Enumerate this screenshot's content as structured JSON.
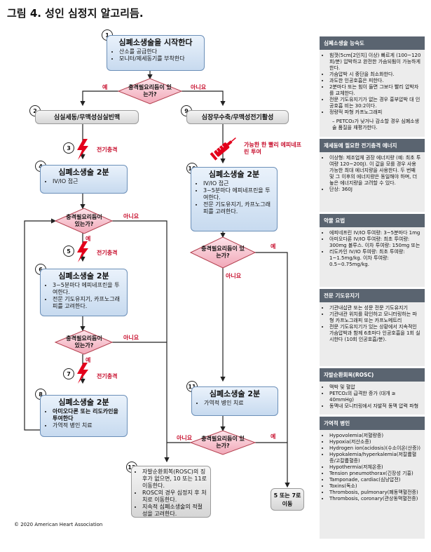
{
  "title": "그림 4. 성인 심정지 알고리듬.",
  "copyright": "© 2020 American Heart Association",
  "flow": {
    "n1": "1",
    "n2": "2",
    "n3": "3",
    "n4": "4",
    "n5": "5",
    "n6": "6",
    "n7": "7",
    "n8": "8",
    "n9": "9",
    "n10": "10",
    "n11": "11",
    "n12": "12",
    "box1": {
      "title": "심폐소생술을 시작한다",
      "items": [
        "산소를 공급한다",
        "모니터/제세동기를 부착한다"
      ]
    },
    "d1": "충격필요리듬이 있는가?",
    "yes": "예",
    "no": "아니요",
    "box2": "심실세동/무맥성심실빈맥",
    "box9": "심장무수축/무맥성전기활성",
    "shock": "전기충격",
    "epi_label": "가능한 한 빨리 에피네프린 투여",
    "box4": {
      "title": "심폐소생술 2분",
      "items": [
        "IV/IO 접근"
      ]
    },
    "box6": {
      "title": "심폐소생술 2분",
      "items": [
        "3~5분마다 에피네프린을 투여한다.",
        "전문 기도유지기, 카프노그래피를 고려한다."
      ]
    },
    "box8": {
      "title": "심폐소생술 2분",
      "items": [
        "아미오다론 또는 리도카인을 투여한다",
        "가역적 병인 치료"
      ]
    },
    "box10": {
      "title": "심폐소생술 2분",
      "items": [
        "IV/IO 접근",
        "3~5분마다 에피네프린을 투여한다.",
        "전문 기도유지기, 카프노그래피를 고려한다."
      ]
    },
    "box11": {
      "title": "심폐소생술 2분",
      "items": [
        "가역적 병인 치료"
      ]
    },
    "box12": [
      "자발순환회복(ROSC)의 징후가 없으면, 10 또는 11로 이동한다.",
      "ROSC의 경우 심정지 후 처치로 이동한다.",
      "지속적 심폐소생술의 적절성을 고려한다."
    ],
    "go57": "5 또는 7로 이동"
  },
  "sidebar": {
    "s1": {
      "title": "심폐소생술 능숙도",
      "items": [
        "힘껏(5cm[2인치] 이상) 빠르게 (100~120회/분) 압박하고 완전한 가슴되튐이 가능하게 한다.",
        "가슴압박 시 중단을 최소화한다.",
        "과도한 인공호흡은 피한다.",
        "2분마다 또는 힘이 들면 그보다 빨리 압박자를 교체한다.",
        "전문 기도유지기가 없는 경우 흉부압박 대 인공호흡 비는 30:2이다.",
        "정량적 파형 카프노그래피"
      ],
      "sub": "– PETCO₂가 낮거나 감소할 경우 심폐소생술 품질을 재평가한다."
    },
    "s2": {
      "title": "제세동에 필요한 전기충격 에너지",
      "items": [
        "이상형: 제조업체 권장 에너지량 (예: 최초 투여량 120~200J). 이 값을 모를 경우 사용 가능한 최대 에너지량을 사용한다. 두 번째 및 그 이후의 에너지량은 동일해야 하며, 더 높은 에너지량을 고려할 수 있다.",
        "단상: 360J"
      ]
    },
    "s3": {
      "title": "약물 요법",
      "items": [
        "에피네프린 IV/IO 투여량: 3~5분마다 1mg",
        "아미오다론 IV/IO 투여량: 최초 투여량: 300mg 볼루스. 이차 투여량: 150mg 또는",
        "리도카인 IV/IO 투여량: 최초 투여량: 1~1.5mg/kg. 이차 투여량: 0.5~0.75mg/kg."
      ]
    },
    "s4": {
      "title": "전문 기도유지기",
      "items": [
        "기관내삽관 또는 성문 전문 기도유지기",
        "기관내관 위치를 확인하고 모니터링하는 파형 카프노그래피 또는 카프노메트리",
        "전문 기도유지기가 있는 상황에서 지속적인 가슴압박과 함께 6초마다 인공호흡을 1회 실시한다 (10회 인공호흡/분)."
      ]
    },
    "s5": {
      "title": "자발순환회복(ROSC)",
      "items": [
        "맥박 및 혈압",
        "PETCO₂의 급격한 증가 (대개 ≥ 40mmHg)",
        "동맥내 모니터링에서 자발적 동맥 압력 파형"
      ]
    },
    "s6": {
      "title": "가역적 병인",
      "items": [
        "Hypovolemia(저혈량증)",
        "Hypoxia(저산소증)",
        "Hydrogen ion(acidosis)(수소이온(산증))",
        "Hypokalemia/hyperkalemia(저칼륨혈증/고칼륨혈증)",
        "Hypothermia(저체온증)",
        "Tension pneumothorax(긴장성 기흉)",
        "Tamponade, cardiac(심낭압전)",
        "Toxins(독소)",
        "Thrombosis, pulmonary(폐동맥혈전증)",
        "Thrombosis, coronary(관상동맥혈전증)"
      ]
    }
  }
}
